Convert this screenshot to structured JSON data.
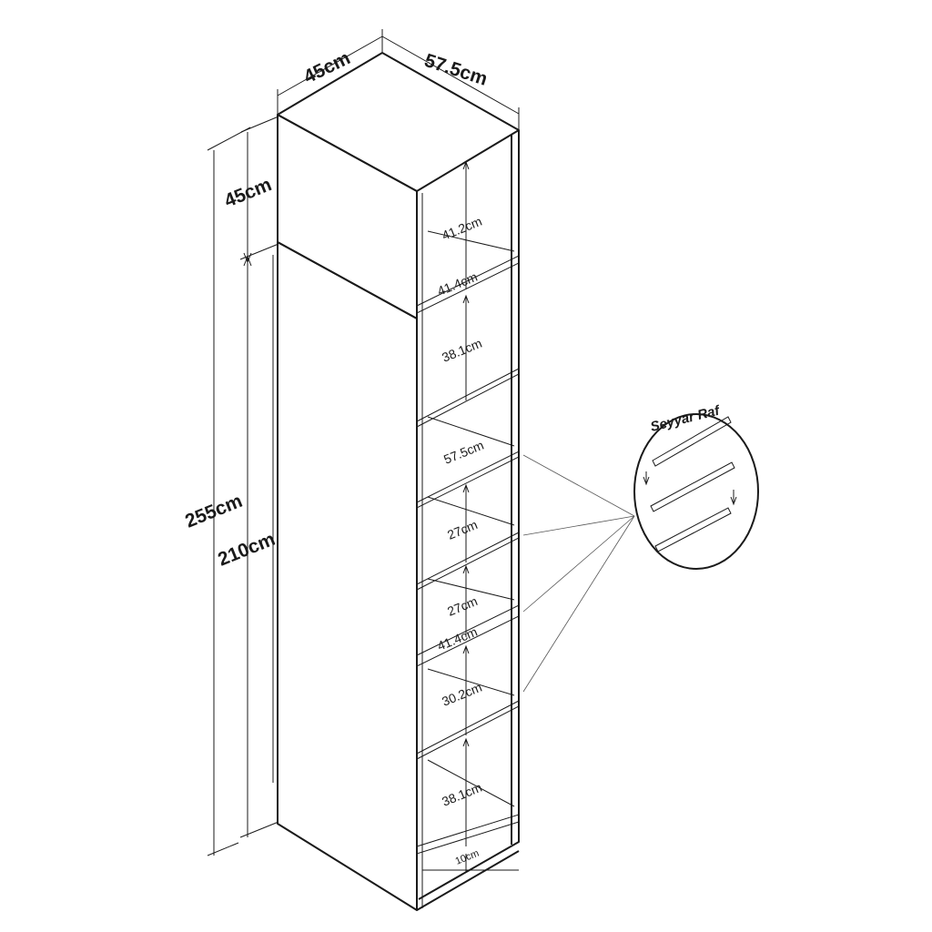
{
  "dimensions": {
    "width": "45cm",
    "depth": "57.5cm",
    "top_height": "45cm",
    "total_height": "255cm",
    "body_height": "210cm"
  },
  "interior": {
    "top_compartment": "41.2cm",
    "top_shelf_width": "41.4cm",
    "compartment_2": "38.1cm",
    "shelf_depth": "57.5cm",
    "compartment_4": "27cm",
    "compartment_5": "27cm",
    "lower_shelf_width": "41.4cm",
    "compartment_6": "30.2cm",
    "compartment_7": "38.1cm",
    "plinth": "10cm"
  },
  "callout": {
    "label": "Seyyar Raf"
  }
}
